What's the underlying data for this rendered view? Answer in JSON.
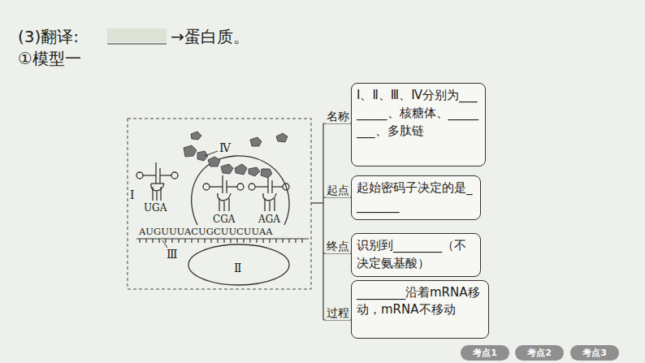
{
  "diagram": {
    "nodes": [
      {
        "text": [
          "Ⅰ、Ⅱ、Ⅲ、Ⅳ分别为________、核糖体、________、多肽链"
        ]
      },
      {
        "text": [
          "起始密码子决定的是________"
        ]
      },
      {
        "text": [
          "识别到________（不决定氨基酸）"
        ]
      },
      {
        "text": [
          "________沿着mRNA移动，mRNA不移动"
        ]
      },
      {
        "text": [
          "考点1"
        ]
      },
      {
        "text": [
          "考点2"
        ]
      },
      {
        "text": [
          "考点3"
        ]
      }
    ],
    "labels": [
      "(3)翻译:",
      "→蛋白质。",
      "①模型一",
      "Ⅰ",
      "UGA",
      "Ⅳ",
      "CGA",
      "AGA",
      "AUGUUUACUGCUUCUUAA",
      "Ⅲ",
      "Ⅱ",
      "名称",
      "起点",
      "终点",
      "过程"
    ]
  }
}
